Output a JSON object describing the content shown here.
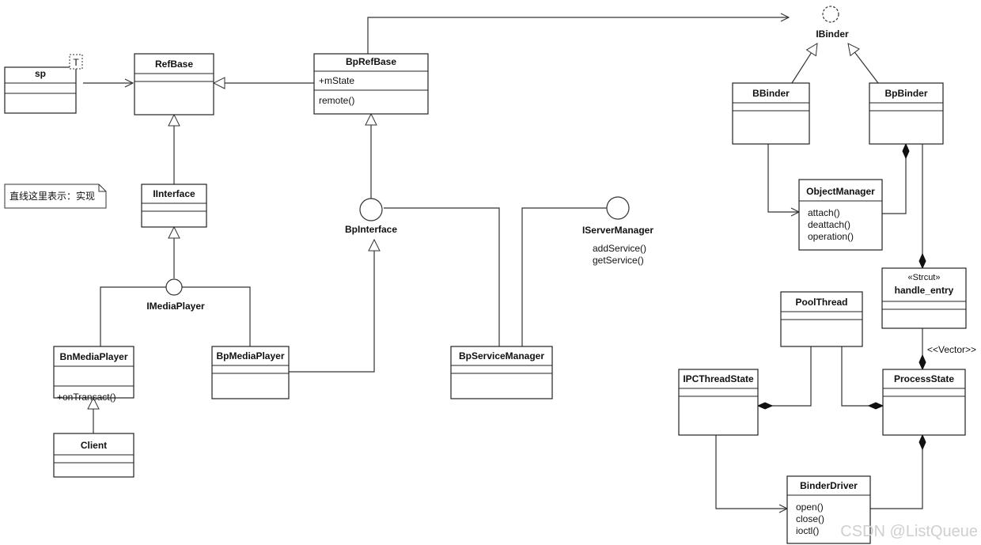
{
  "classes": [
    {
      "id": "sp",
      "name": "sp",
      "items": [],
      "template": "T"
    },
    {
      "id": "refbase",
      "name": "RefBase",
      "items": []
    },
    {
      "id": "bprefbase",
      "name": "BpRefBase",
      "items": [
        "+mState",
        "remote()"
      ]
    },
    {
      "id": "iinterface",
      "name": "IInterface",
      "items": []
    },
    {
      "id": "bnmediaplayer",
      "name": "BnMediaPlayer",
      "items": [
        "+onTransact()"
      ]
    },
    {
      "id": "bpmediaplayer",
      "name": "BpMediaPlayer",
      "items": []
    },
    {
      "id": "client",
      "name": "Client",
      "items": []
    },
    {
      "id": "bpservicemanager",
      "name": "BpServiceManager",
      "items": []
    },
    {
      "id": "bbinder",
      "name": "BBinder",
      "items": []
    },
    {
      "id": "bpbinder",
      "name": "BpBinder",
      "items": []
    },
    {
      "id": "objectmanager",
      "name": "ObjectManager",
      "items": [
        "attach()",
        "deattach()",
        "operation()"
      ]
    },
    {
      "id": "handle_entry",
      "name": "handle_entry",
      "stereotype": "«Strcut»",
      "items": []
    },
    {
      "id": "poolthread",
      "name": "PoolThread",
      "items": []
    },
    {
      "id": "ipcthreadstate",
      "name": "IPCThreadState",
      "items": []
    },
    {
      "id": "processstate",
      "name": "ProcessState",
      "items": []
    },
    {
      "id": "binderdriver",
      "name": "BinderDriver",
      "items": [
        "open()",
        "close()",
        "ioctl()"
      ]
    }
  ],
  "interfaces": [
    {
      "id": "ibinder",
      "name": "IBinder"
    },
    {
      "id": "imediaplayer",
      "name": "IMediaPlayer"
    },
    {
      "id": "bpinterface",
      "name": "BpInterface"
    },
    {
      "id": "iservermanager",
      "name": "IServerManager",
      "items": [
        "addService()",
        "getService()"
      ]
    }
  ],
  "note": {
    "text": "直线这里表示：实现"
  },
  "edge_labels": {
    "vector": "<<Vector>>"
  },
  "watermark": "CSDN @ListQueue",
  "colors": {
    "line": "#333333",
    "box": "#ffffff",
    "border": "#222222"
  }
}
